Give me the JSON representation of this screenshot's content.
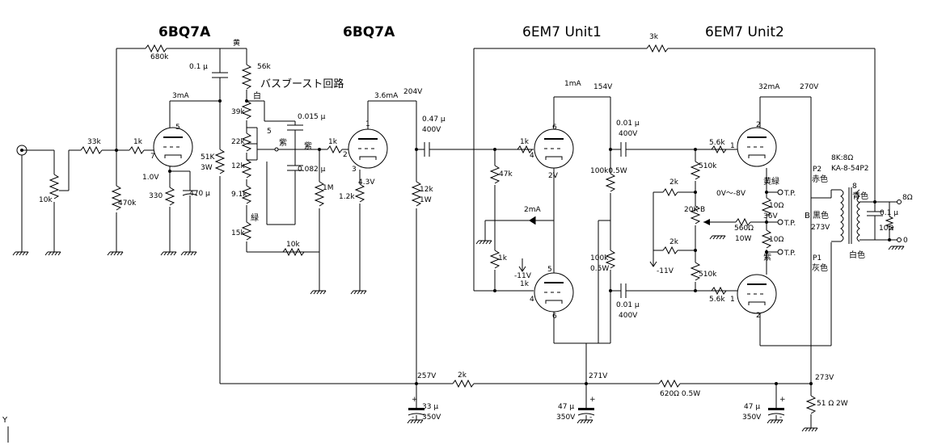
{
  "titles": {
    "tube1": "6BQ7A",
    "tube2": "6BQ7A",
    "tube3": "6EM7 Unit1",
    "tube4": "6EM7 Unit2",
    "bass_boost": "バスブースト回路"
  },
  "labels": {
    "r680k": "680k",
    "c01u": "0.1 μ",
    "yellow": "黄",
    "r56k": "56k",
    "white": "白",
    "r33k": "33k",
    "r1k_a": "1k",
    "pin7": "7",
    "pin5a": "5",
    "i3ma": "3mA",
    "r51k": "51K",
    "w3": "3W",
    "v1_0": "1.0V",
    "r470k": "470k",
    "r330": "330",
    "c470u": "470 μ",
    "vr10k": "10k",
    "r39k": "39k",
    "c0015": "0.015 μ",
    "r22k": "22k",
    "sw5": "5",
    "purple": "紫",
    "purple2": "紫",
    "r12k_a": "12k",
    "c0082": "0.082 μ",
    "r9_1k": "9.1k",
    "green": "緑",
    "r15k": "15k",
    "r10k": "10k",
    "r1k_b": "1k",
    "pin2": "2",
    "pin1": "1",
    "pin3": "3",
    "r1m": "1M",
    "r1_2k": "1.2k",
    "v4_3": "4.3V",
    "i3_6ma": "3.6mA",
    "v204": "204V",
    "c047": "0.47 μ",
    "v400a": "400V",
    "r12k_b": "12k",
    "w1": "1W",
    "r3k": "3k",
    "i1ma": "1mA",
    "v154": "154V",
    "r1k_c": "1k",
    "pin4a": "4",
    "pin6a": "6",
    "v2": "2V",
    "r47k": "47k",
    "c001a": "0.01 μ",
    "v400b": "400V",
    "r100k_a": "100k0.5W",
    "i2ma": "2mA",
    "r1k_d": "1k",
    "vm11a": "-11V",
    "pin5b": "5",
    "r1k_e": "1k",
    "pin4b": "4",
    "pin6b": "6",
    "r100k_b": "100k",
    "w05": "0.5W",
    "c001b": "0.01 μ",
    "v400c": "400V",
    "i32ma": "32mA",
    "v270": "270V",
    "pin2c": "2",
    "r5_6k_a": "5.6k",
    "pin1c": "1",
    "r510k_a": "510k",
    "r2k_a": "2k",
    "v0_8": "0V～-8V",
    "yellow_green": "黄緑",
    "tp1": "T.P.",
    "r10ohm_a": "10Ω",
    "r20k": "20K",
    "bias_b": "B",
    "v36": "36V",
    "tp2": "T.P.",
    "r560": "560Ω",
    "w10": "10W",
    "r2k_b": "2k",
    "vm11b": "-11V",
    "r10ohm_b": "10Ω",
    "purple3": "紫",
    "tp3": "T.P.",
    "r510k_b": "510k",
    "r5_6k_b": "5.6k",
    "pin1d": "1",
    "pin2d": "2",
    "ot_imp": "8K:8Ω",
    "ot_model": "KA-8-54P2",
    "p2": "P2",
    "red": "赤色",
    "sec8": "8",
    "blue": "青色",
    "out8": "8Ω",
    "b_black": "B  黒色",
    "v273a": "273V",
    "c01u_b": "0.1 μ",
    "r10ohm_c": "10Ω",
    "zero": "0",
    "p1": "P1",
    "gray": "灰色",
    "white2": "白色",
    "v257": "257V",
    "r2k_c": "2k",
    "v271": "271V",
    "r620": "620Ω 0.5W",
    "v273b": "273V",
    "c33": "33 μ",
    "v350a": "350V",
    "c47a": "47 μ",
    "v350b": "350V",
    "c47b": "47 μ",
    "v350c": "350V",
    "r51ohm": "51 Ω 2W",
    "plus_a": "+",
    "minus_a": "-",
    "plus_b": "+",
    "minus_b": "-",
    "plus_c": "+",
    "minus_c": "-",
    "corner": "Y"
  }
}
